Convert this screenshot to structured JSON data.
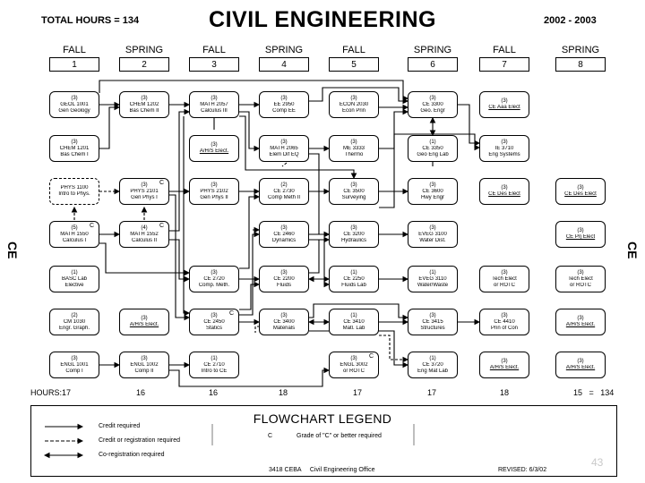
{
  "header": {
    "total_hours": "TOTAL HOURS = 134",
    "title": "CIVIL ENGINEERING",
    "years": "2002 - 2003"
  },
  "side_label": "CE",
  "semesters": [
    {
      "name": "FALL",
      "num": "1"
    },
    {
      "name": "SPRING",
      "num": "2"
    },
    {
      "name": "FALL",
      "num": "3"
    },
    {
      "name": "SPRING",
      "num": "4"
    },
    {
      "name": "FALL",
      "num": "5"
    },
    {
      "name": "SPRING",
      "num": "6"
    },
    {
      "name": "FALL",
      "num": "7"
    },
    {
      "name": "SPRING",
      "num": "8"
    }
  ],
  "courses": [
    {
      "id": "geol1001",
      "col": 0,
      "row": 0,
      "credits": "(3)",
      "lines": [
        "GEOL 1001",
        "Gen Geology"
      ]
    },
    {
      "id": "chem1201",
      "col": 0,
      "row": 1,
      "credits": "(3)",
      "lines": [
        "CHEM 1201",
        "Bas Chem I"
      ]
    },
    {
      "id": "phys1100",
      "col": 0,
      "row": 2,
      "credits": "",
      "lines": [
        "PHYS 1100",
        "Intro to Phys."
      ],
      "dashed": true
    },
    {
      "id": "math1550",
      "col": 0,
      "row": 3,
      "credits": "(5)",
      "lines": [
        "MATH 1550",
        "Calculus  I"
      ],
      "grade": "C"
    },
    {
      "id": "basc",
      "col": 0,
      "row": 4,
      "credits": "(1)",
      "lines": [
        "BASC Lab",
        "Elective"
      ]
    },
    {
      "id": "cm1030",
      "col": 0,
      "row": 5,
      "credits": "(2)",
      "lines": [
        "CM 1030",
        "Engr. Graph."
      ]
    },
    {
      "id": "engl1001",
      "col": 0,
      "row": 6,
      "credits": "(3)",
      "lines": [
        "ENGL 1001",
        "Comp  I"
      ]
    },
    {
      "id": "chem1202",
      "col": 1,
      "row": 0,
      "credits": "(3)",
      "lines": [
        "CHEM 1202",
        "Bas Chem II"
      ]
    },
    {
      "id": "phys2101",
      "col": 1,
      "row": 2,
      "credits": "(3)",
      "lines": [
        "PHYS 2101",
        "Gen Phys  I"
      ],
      "grade": "C"
    },
    {
      "id": "math1552",
      "col": 1,
      "row": 3,
      "credits": "(4)",
      "lines": [
        "MATH 1552",
        "Calculus II"
      ],
      "grade": "C"
    },
    {
      "id": "ahs1",
      "col": 1,
      "row": 5,
      "credits": "(3)",
      "lines": [
        "A/H/S Elect."
      ],
      "underline": true
    },
    {
      "id": "engl1002",
      "col": 1,
      "row": 6,
      "credits": "(3)",
      "lines": [
        "ENGL 1002",
        "Comp  II"
      ]
    },
    {
      "id": "math2057",
      "col": 2,
      "row": 0,
      "credits": "(3)",
      "lines": [
        "MATH 2057",
        "Calculus III"
      ]
    },
    {
      "id": "ahs2",
      "col": 2,
      "row": 1,
      "credits": "(3)",
      "lines": [
        "A/H/S Elect."
      ],
      "underline": true
    },
    {
      "id": "phys2102",
      "col": 2,
      "row": 2,
      "credits": "(3)",
      "lines": [
        "PHYS 2102",
        "Gen Phys II"
      ]
    },
    {
      "id": "ce2720",
      "col": 2,
      "row": 4,
      "credits": "(3)",
      "lines": [
        "CE 2720",
        "Comp. Meth."
      ]
    },
    {
      "id": "ce2450",
      "col": 2,
      "row": 5,
      "credits": "(3)",
      "lines": [
        "CE 2450",
        "Statics"
      ],
      "grade": "C"
    },
    {
      "id": "ce2710",
      "col": 2,
      "row": 6,
      "credits": "(1)",
      "lines": [
        "CE 2710",
        "Intro to CE"
      ]
    },
    {
      "id": "ee2950",
      "col": 3,
      "row": 0,
      "credits": "(3)",
      "lines": [
        "EE 2950",
        "Comp EE"
      ]
    },
    {
      "id": "math2065",
      "col": 3,
      "row": 1,
      "credits": "(3)",
      "lines": [
        "MATH 2065",
        "Elem Dif EQ"
      ]
    },
    {
      "id": "ce2730",
      "col": 3,
      "row": 2,
      "credits": "(2)",
      "lines": [
        "CE 2730",
        "Comp Meth II"
      ]
    },
    {
      "id": "ce2460",
      "col": 3,
      "row": 3,
      "credits": "(3)",
      "lines": [
        "CE 2460",
        "Dynamics"
      ]
    },
    {
      "id": "ce2200",
      "col": 3,
      "row": 4,
      "credits": "(3)",
      "lines": [
        "CE 2200",
        "Fluids"
      ]
    },
    {
      "id": "ce3400",
      "col": 3,
      "row": 5,
      "credits": "(3)",
      "lines": [
        "CE 3400",
        "Materials"
      ]
    },
    {
      "id": "econ2030",
      "col": 4,
      "row": 0,
      "credits": "(3)",
      "lines": [
        "ECON 2030",
        "Econ Prin"
      ]
    },
    {
      "id": "me3333",
      "col": 4,
      "row": 1,
      "credits": "(3)",
      "lines": [
        "ME 3333",
        "Thermo"
      ]
    },
    {
      "id": "ce3500",
      "col": 4,
      "row": 2,
      "credits": "(3)",
      "lines": [
        "CE 3500",
        "Surveying"
      ]
    },
    {
      "id": "ce3200",
      "col": 4,
      "row": 3,
      "credits": "(3)",
      "lines": [
        "CE 3200",
        "Hydraulics"
      ]
    },
    {
      "id": "ce2250",
      "col": 4,
      "row": 4,
      "credits": "(1)",
      "lines": [
        "CE 2250",
        "Fluids Lab"
      ]
    },
    {
      "id": "ce3410",
      "col": 4,
      "row": 5,
      "credits": "(1)",
      "lines": [
        "CE 3410",
        "Matl. Lab"
      ]
    },
    {
      "id": "engl3002",
      "col": 4,
      "row": 6,
      "credits": "(3)",
      "lines": [
        "ENGL 3002",
        "or ROTC"
      ],
      "grade": "C"
    },
    {
      "id": "ce3300",
      "col": 5,
      "row": 0,
      "credits": "(3)",
      "lines": [
        "CE 3300",
        "Geo. Engr"
      ]
    },
    {
      "id": "ce3350",
      "col": 5,
      "row": 1,
      "credits": "(1)",
      "lines": [
        "CE 3350",
        "Geo Eng Lab"
      ]
    },
    {
      "id": "ce3600",
      "col": 5,
      "row": 2,
      "credits": "(3)",
      "lines": [
        "CE 3600",
        "Hwy Engr"
      ]
    },
    {
      "id": "eveg3100",
      "col": 5,
      "row": 3,
      "credits": "(3)",
      "lines": [
        "EVEG 3100",
        "Water Dist."
      ]
    },
    {
      "id": "eveg3110",
      "col": 5,
      "row": 4,
      "credits": "(1)",
      "lines": [
        "EVEG 3110",
        "Water/Waste"
      ]
    },
    {
      "id": "ce3415",
      "col": 5,
      "row": 5,
      "credits": "(3)",
      "lines": [
        "CE 3415",
        "Structures"
      ]
    },
    {
      "id": "ce3720",
      "col": 5,
      "row": 6,
      "credits": "(1)",
      "lines": [
        "CE 3720",
        "Eng Mat Lab"
      ]
    },
    {
      "id": "ceaaa",
      "col": 6,
      "row": 0,
      "credits": "(3)",
      "lines": [
        "CE Aaa Elect"
      ],
      "underline": true
    },
    {
      "id": "ie3710",
      "col": 6,
      "row": 1,
      "credits": "(3)",
      "lines": [
        "IE 3710",
        "Eng Systems"
      ]
    },
    {
      "id": "cedes",
      "col": 6,
      "row": 2,
      "credits": "(3)",
      "lines": [
        "CE Des Elect"
      ],
      "underline": true
    },
    {
      "id": "tech7",
      "col": 6,
      "row": 4,
      "credits": "(3)",
      "lines": [
        "Tech Elect",
        "or ROTC"
      ]
    },
    {
      "id": "ce4410",
      "col": 6,
      "row": 5,
      "credits": "(3)",
      "lines": [
        "CE 4410",
        "Prin of Con"
      ]
    },
    {
      "id": "ahs7",
      "col": 6,
      "row": 6,
      "credits": "(3)",
      "lines": [
        "A/H/S Elect."
      ],
      "underline": true
    },
    {
      "id": "cedes8",
      "col": 7,
      "row": 2,
      "credits": "(3)",
      "lines": [
        "CE Des Elect"
      ],
      "underline": true
    },
    {
      "id": "ceprj",
      "col": 7,
      "row": 3,
      "credits": "(3)",
      "lines": [
        "CE Prj  Elect"
      ],
      "underline": true
    },
    {
      "id": "tech8",
      "col": 7,
      "row": 4,
      "credits": "(3)",
      "lines": [
        "Tech Elect",
        "or ROTC"
      ]
    },
    {
      "id": "ahs8a",
      "col": 7,
      "row": 5,
      "credits": "(3)",
      "lines": [
        "A/H/S Elect."
      ],
      "underline": true
    },
    {
      "id": "ahs8b",
      "col": 7,
      "row": 6,
      "credits": "(3)",
      "lines": [
        "A/H/S Elect."
      ],
      "underline": true
    }
  ],
  "hours_label": "HOURS:17",
  "hours": [
    "16",
    "16",
    "18",
    "17",
    "17",
    "18",
    "15   =   134"
  ],
  "legend": {
    "title": "FLOWCHART LEGEND",
    "credit_required": "Credit required",
    "credit_or_registration": "Credit or registration required",
    "co_registration": "Co-registration required",
    "grade_c_symbol": "C",
    "grade_c_text": "Grade of \"C\" or better required",
    "office": "3418 CEBA     Civil Engineering Office",
    "revised": "REVISED: 6/3/02",
    "page_number": "43"
  }
}
